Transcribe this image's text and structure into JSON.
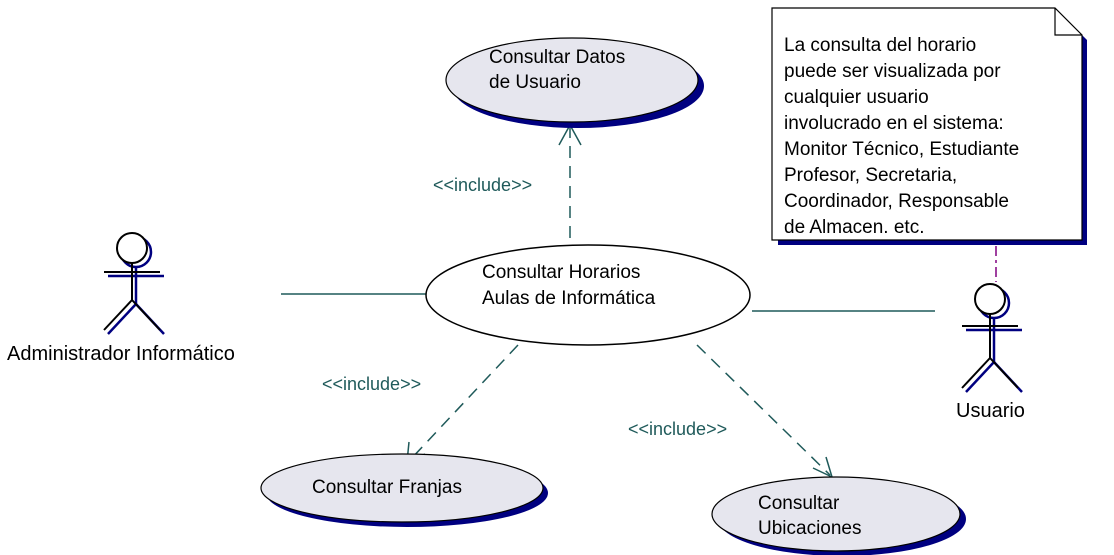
{
  "colors": {
    "usecase_fill": "#e6e6ee",
    "usecase_shadow": "#000080",
    "association": "#1f5a5a",
    "include": "#1f5a5a",
    "anchor": "#800080"
  },
  "actors": {
    "admin": "Administrador Informático",
    "usuario": "Usuario"
  },
  "use_cases": {
    "main": {
      "line1": "Consultar Horarios",
      "line2": "Aulas de Informática"
    },
    "datos": {
      "line1": "Consultar Datos",
      "line2": "de Usuario"
    },
    "franjas": {
      "line1": "Consultar Franjas"
    },
    "ubicaciones": {
      "line1": "Consultar",
      "line2": "Ubicaciones"
    }
  },
  "relations": {
    "include_datos": "<<include>>",
    "include_franjas": "<<include>>",
    "include_ubicaciones": "<<include>>"
  },
  "note": {
    "lines": [
      "La consulta del horario",
      "puede ser visualizada por",
      "cualquier usuario",
      "involucrado en el sistema:",
      "Monitor Técnico, Estudiante",
      "Profesor, Secretaria,",
      "Coordinador, Responsable",
      "de Almacen. etc."
    ]
  }
}
